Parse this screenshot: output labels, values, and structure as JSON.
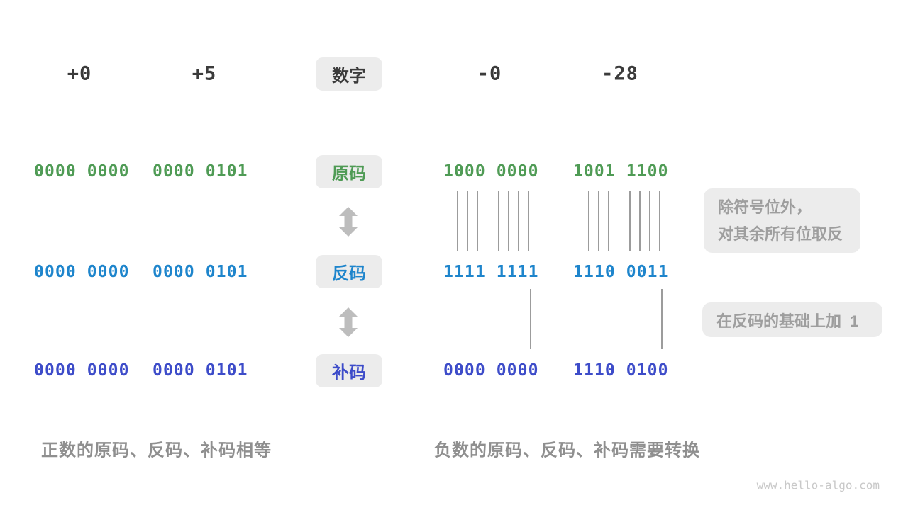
{
  "palette": {
    "ink": "#3b3b3b",
    "green": "#4f9b55",
    "blue": "#1e85cc",
    "indigo": "#3d4cc9",
    "box-bg": "#ececec",
    "note-text": "#9e9e9e",
    "caption-text": "#8f8f8f",
    "arrow": "#bdbdbd",
    "line": "#9c9c9c",
    "watermark": "#c9c9c9"
  },
  "header": {
    "label": "数字",
    "columns": [
      "+0",
      "+5",
      "-0",
      "-28"
    ]
  },
  "rows": [
    {
      "label": "原码",
      "values": [
        "0000 0000",
        "0000 0101",
        "1000 0000",
        "1001 1100"
      ]
    },
    {
      "label": "反码",
      "values": [
        "0000 0000",
        "0000 0101",
        "1111 1111",
        "1110 0011"
      ]
    },
    {
      "label": "补码",
      "values": [
        "0000 0000",
        "0000 0101",
        "0000 0000",
        "1110 0100"
      ]
    }
  ],
  "notes": {
    "invert_line1": "除符号位外，",
    "invert_line2": "对其余所有位取反",
    "add_one": "在反码的基础上加  1"
  },
  "captions": {
    "positive": "正数的原码、反码、补码相等",
    "negative": "负数的原码、反码、补码需要转换"
  },
  "watermark": "www.hello-algo.com"
}
